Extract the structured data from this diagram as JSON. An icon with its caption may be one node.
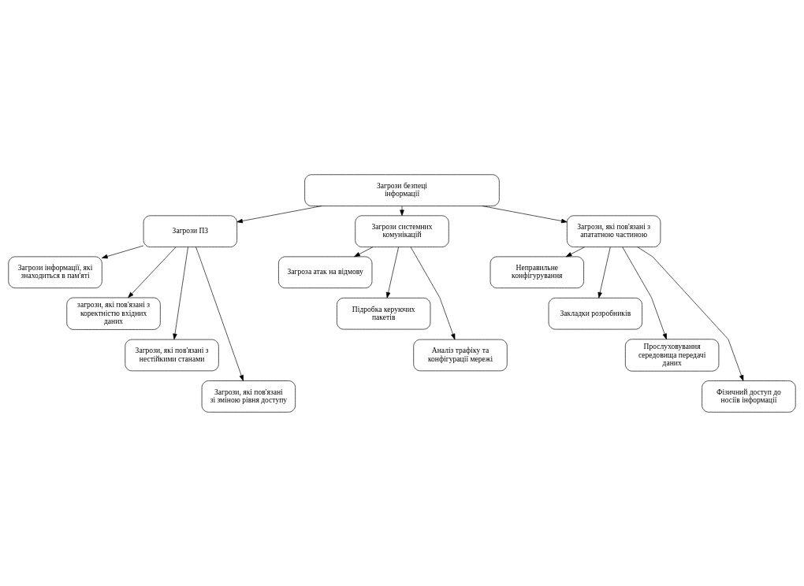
{
  "diagram": {
    "nodes": [
      {
        "text": [
          "Загрози безпеці інформації"
        ]
      },
      {
        "text": [
          "Загрози ПЗ"
        ]
      },
      {
        "text": [
          "Загрози системних комунікацій"
        ]
      },
      {
        "text": [
          "Загрози, які пов'язані з апататною частиною"
        ]
      },
      {
        "text": [
          "Загрози інформації, які знаходиться в пам'яті"
        ]
      },
      {
        "text": [
          "загрози, які пов'язані з коректністю вхідних даних"
        ]
      },
      {
        "text": [
          "Загрози, які пов'язані з нестійкими станами"
        ]
      },
      {
        "text": [
          "Загрози, які пов'язані зі зміною рівня доступу"
        ]
      },
      {
        "text": [
          "Загроза атак на відмову"
        ]
      },
      {
        "text": [
          "Підробка керуючих пакетів"
        ]
      },
      {
        "text": [
          "Аналіз трафіку та конфігурації мережі"
        ]
      },
      {
        "text": [
          "Неправильне конфігурування"
        ]
      },
      {
        "text": [
          "Закладки розробників"
        ]
      },
      {
        "text": [
          "Прослуховування середовища передачі даних"
        ]
      },
      {
        "text": [
          "Фізичний доступ до носіїв інформації"
        ]
      }
    ],
    "edges": [
      {
        "from": 0,
        "to": 1,
        "arrow": "to"
      },
      {
        "from": 0,
        "to": 2,
        "arrow": "to"
      },
      {
        "from": 0,
        "to": 3,
        "arrow": "to"
      },
      {
        "from": 1,
        "to": 4,
        "arrow": "to"
      },
      {
        "from": 1,
        "to": 5,
        "arrow": "to"
      },
      {
        "from": 1,
        "to": 6,
        "arrow": "to"
      },
      {
        "from": 1,
        "to": 7,
        "arrow": "to"
      },
      {
        "from": 2,
        "to": 8,
        "arrow": "to"
      },
      {
        "from": 2,
        "to": 9,
        "arrow": "to"
      },
      {
        "from": 2,
        "to": 10,
        "arrow": "to"
      },
      {
        "from": 3,
        "to": 11,
        "arrow": "to"
      },
      {
        "from": 3,
        "to": 12,
        "arrow": "to"
      },
      {
        "from": 3,
        "to": 13,
        "arrow": "to"
      },
      {
        "from": 3,
        "to": 14,
        "arrow": "to"
      }
    ]
  }
}
